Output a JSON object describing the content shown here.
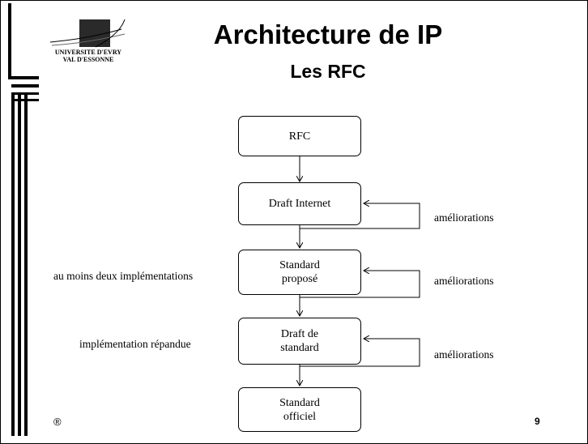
{
  "header": {
    "logo_line1": "UNIVERSITE D'EVRY",
    "logo_line2": "VAL D'ESSONNE",
    "title": "Architecture de IP",
    "subtitle": "Les RFC"
  },
  "diagram": {
    "boxes": [
      {
        "line1": "RFC",
        "line2": ""
      },
      {
        "line1": "Draft Internet",
        "line2": ""
      },
      {
        "line1": "Standard",
        "line2": "proposé"
      },
      {
        "line1": "Draft de",
        "line2": "standard"
      },
      {
        "line1": "Standard",
        "line2": "officiel"
      }
    ],
    "feedback_labels": [
      "améliorations",
      "améliorations",
      "améliorations"
    ],
    "side_notes": [
      "au moins deux implémentations",
      "implémentation répandue"
    ]
  },
  "footer": {
    "symbol": "®",
    "page_number": "9"
  }
}
